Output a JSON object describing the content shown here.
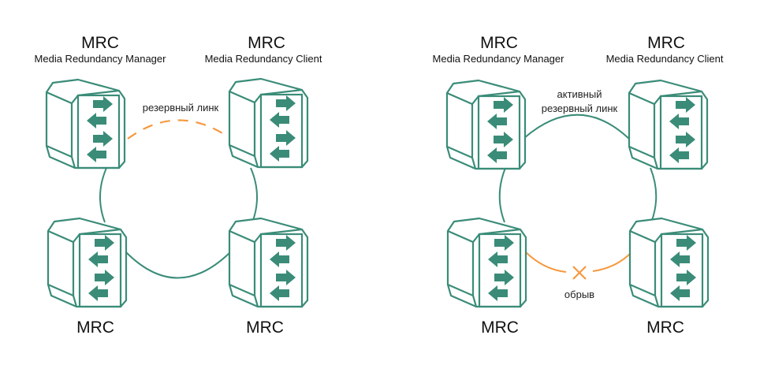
{
  "colors": {
    "switch": "#3a8c78",
    "ring": "#3a8c78",
    "backup_link": "#f5993f",
    "broken_link": "#f5993f"
  },
  "diagrams": [
    {
      "state": "normal",
      "nodes": [
        {
          "position": "top-left",
          "title": "MRC",
          "subtitle": "Media Redundancy Manager",
          "icon": "switch-icon"
        },
        {
          "position": "top-right",
          "title": "MRC",
          "subtitle": "Media Redundancy Client",
          "icon": "switch-icon"
        },
        {
          "position": "bottom-left",
          "title": "MRC",
          "subtitle": "",
          "icon": "switch-icon"
        },
        {
          "position": "bottom-right",
          "title": "MRC",
          "subtitle": "",
          "icon": "switch-icon"
        }
      ],
      "links": [
        {
          "from": "top-left",
          "to": "top-right",
          "style": "dashed-orange",
          "label": "резервный линк"
        },
        {
          "from": "top-left",
          "to": "bottom-left",
          "style": "solid-green",
          "label": ""
        },
        {
          "from": "top-right",
          "to": "bottom-right",
          "style": "solid-green",
          "label": ""
        },
        {
          "from": "bottom-left",
          "to": "bottom-right",
          "style": "solid-green",
          "label": ""
        }
      ]
    },
    {
      "state": "failure",
      "nodes": [
        {
          "position": "top-left",
          "title": "MRC",
          "subtitle": "Media Redundancy Manager",
          "icon": "switch-icon"
        },
        {
          "position": "top-right",
          "title": "MRC",
          "subtitle": "Media Redundancy Client",
          "icon": "switch-icon"
        },
        {
          "position": "bottom-left",
          "title": "MRC",
          "subtitle": "",
          "icon": "switch-icon"
        },
        {
          "position": "bottom-right",
          "title": "MRC",
          "subtitle": "",
          "icon": "switch-icon"
        }
      ],
      "links": [
        {
          "from": "top-left",
          "to": "top-right",
          "style": "solid-green",
          "label_line1": "активный",
          "label_line2": "резервный линк"
        },
        {
          "from": "top-left",
          "to": "bottom-left",
          "style": "solid-green",
          "label": ""
        },
        {
          "from": "top-right",
          "to": "bottom-right",
          "style": "solid-green",
          "label": ""
        },
        {
          "from": "bottom-left",
          "to": "bottom-right",
          "style": "solid-orange-broken",
          "label": "обрыв",
          "marker": "break-x-icon"
        }
      ]
    }
  ]
}
